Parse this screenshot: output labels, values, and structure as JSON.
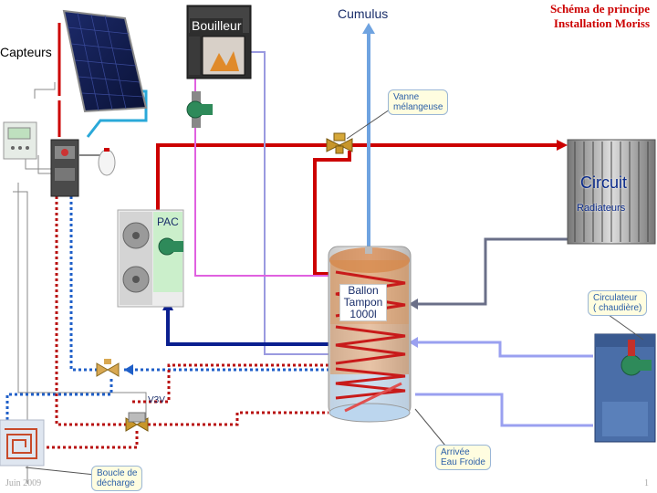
{
  "title": {
    "line1": "Schéma de principe",
    "line2": "Installation Moriss"
  },
  "labels": {
    "capteurs": "Capteurs",
    "bouilleur": "Bouilleur",
    "cumulus": "Cumulus",
    "pac": "PAC",
    "v3v": "V3V",
    "circuit": "Circuit",
    "radiateurs": "Radiateurs",
    "ballon_line1": "Ballon",
    "ballon_line2": "Tampon",
    "ballon_line3": "1000l"
  },
  "callouts": {
    "vanne_line1": "Vanne",
    "vanne_line2": "mélangeuse",
    "circulateur_line1": "Circulateur",
    "circulateur_line2": "( chaudière)",
    "arrivee_line1": "Arrivée",
    "arrivee_line2": "Eau Froide",
    "boucle_line1": "Boucle de",
    "boucle_line2": "décharge"
  },
  "footer": {
    "date": "Juin 2009",
    "page": "1"
  },
  "colors": {
    "title": "#cc0000",
    "hot_pipe": "#cc0000",
    "cold_pipe": "#1f5fc8",
    "return_pipe": "#0a1f8f",
    "cumulus_pipe": "#6fa3e0",
    "bouilleur_pipe": "#e060e0",
    "boiler_return": "#9aa0f0",
    "grey_pipe": "#6a6f88",
    "callout_text": "#2b5fa8"
  }
}
